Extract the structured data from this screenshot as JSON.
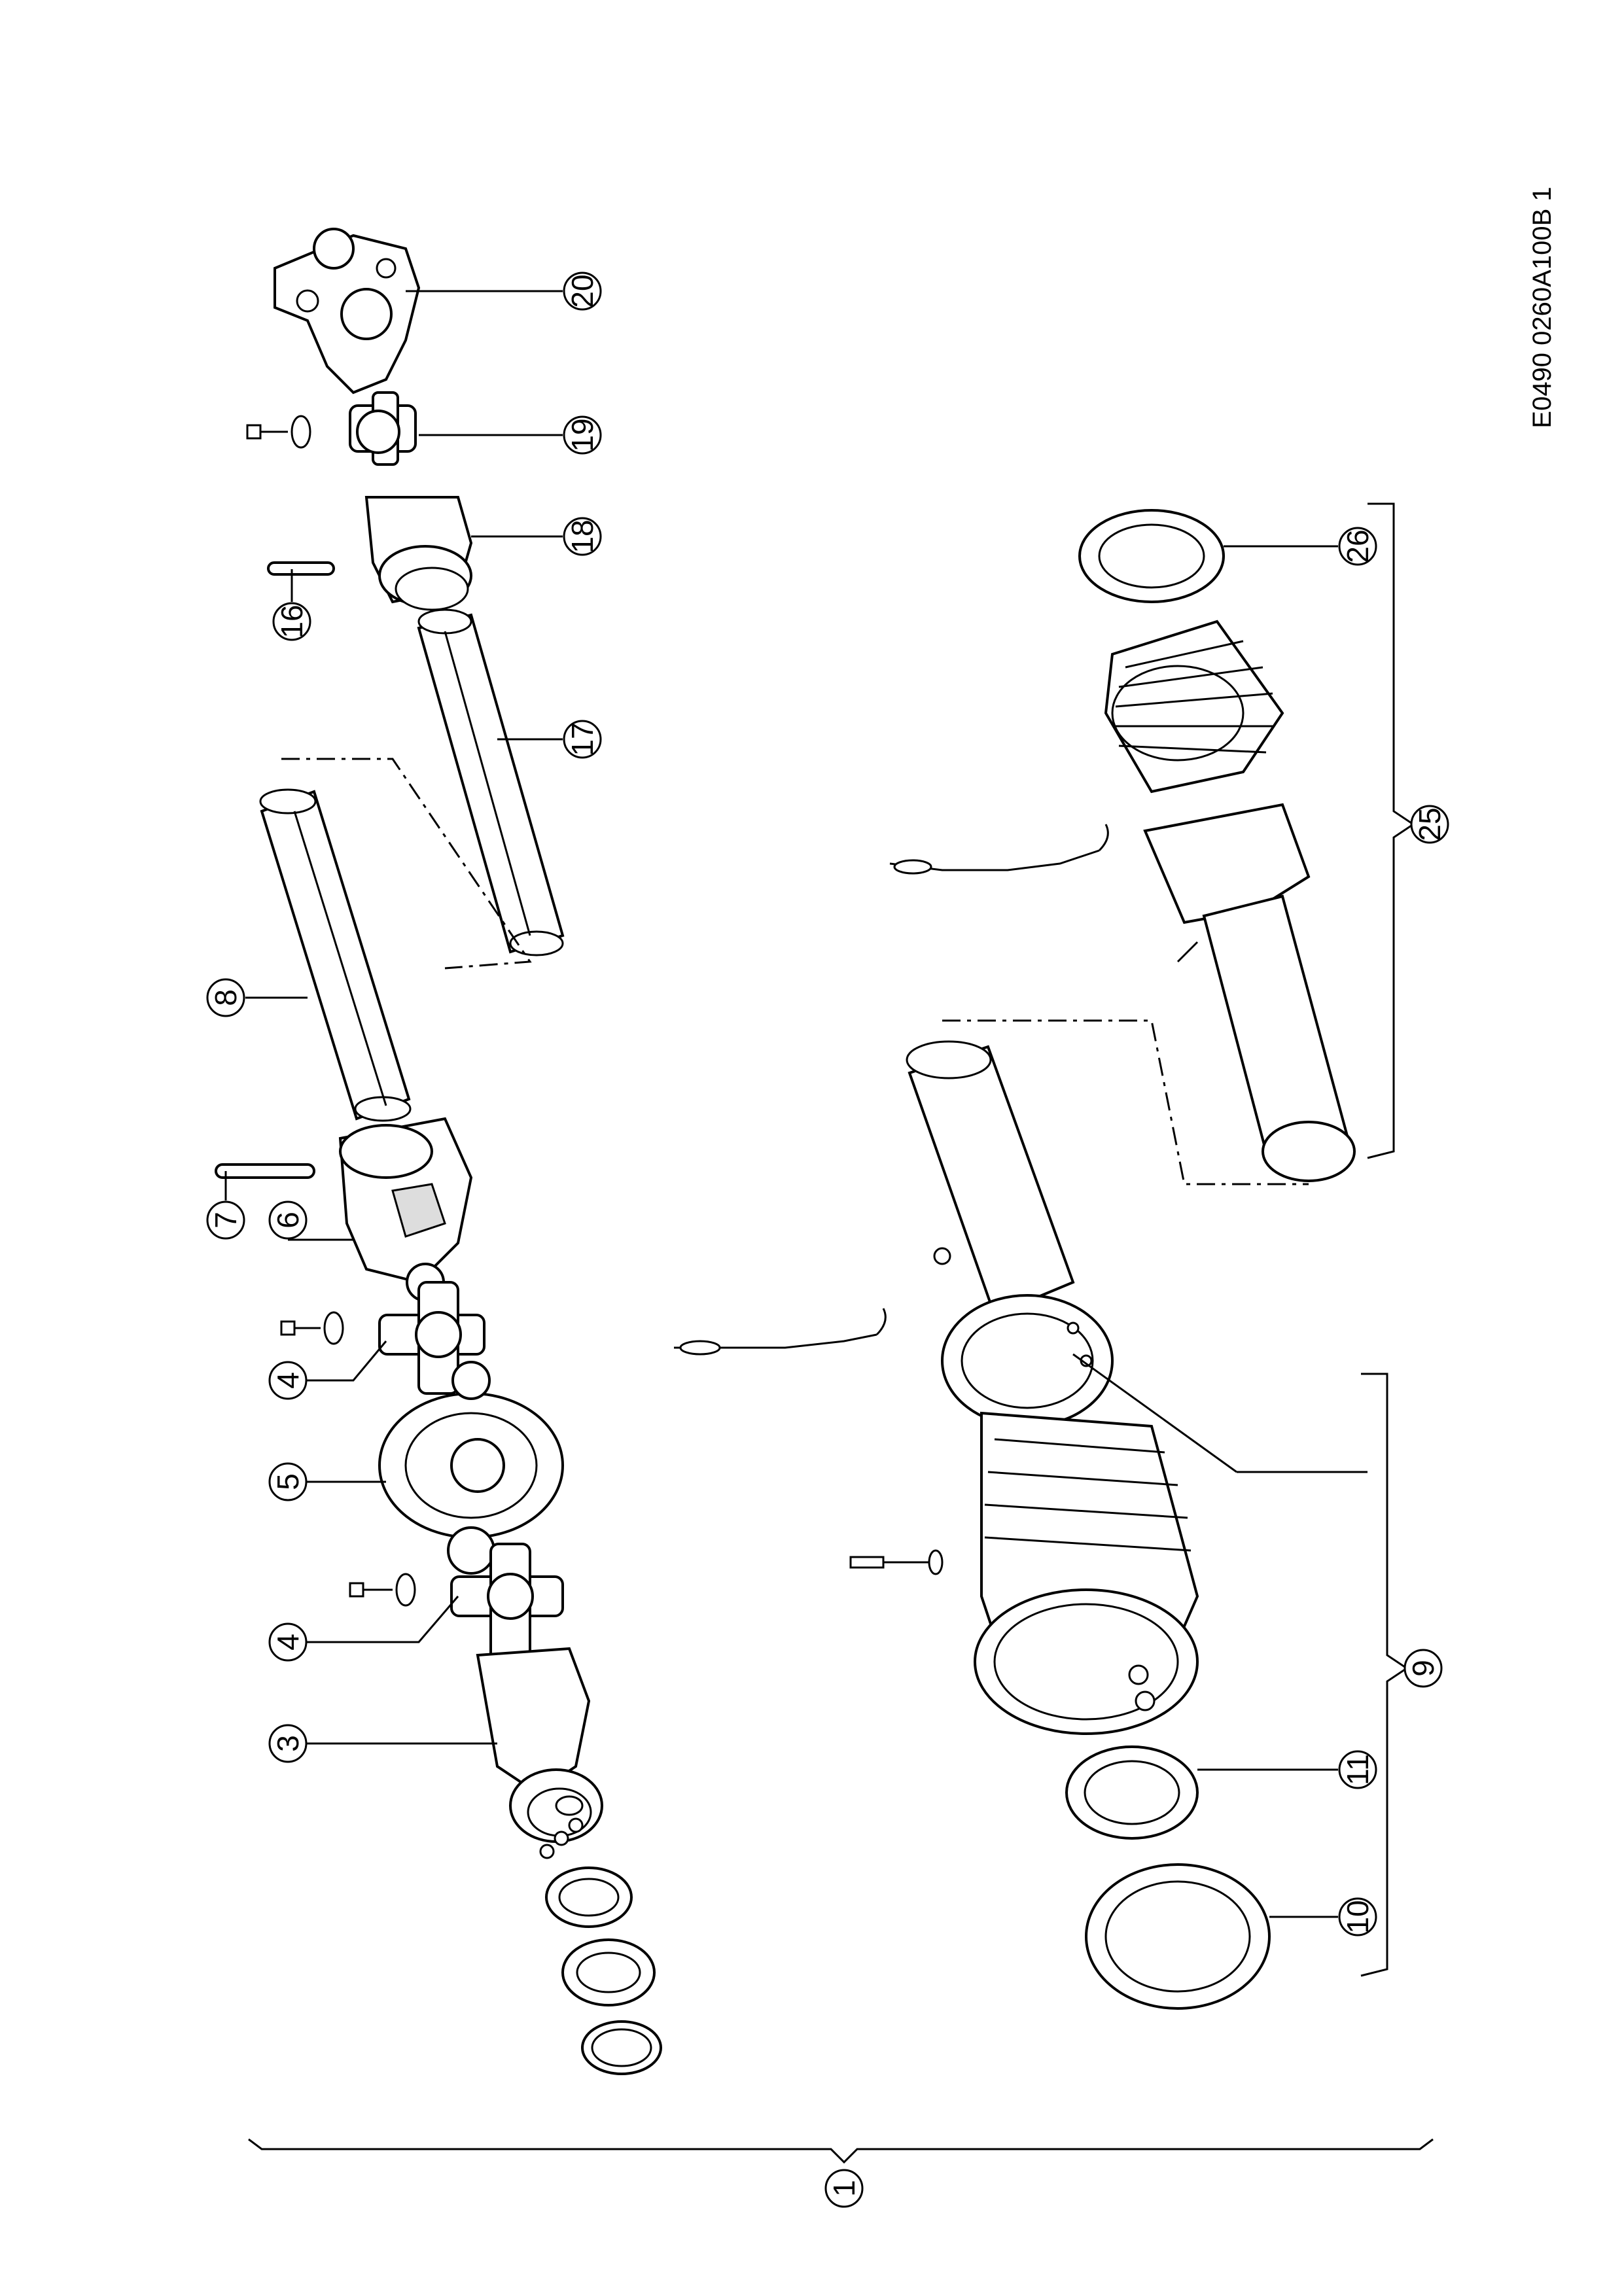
{
  "drawing_code": "E0490 0260A100B 1",
  "balloons": {
    "b1": "1",
    "b3": "3",
    "b4a": "4",
    "b4b": "4",
    "b5": "5",
    "b6": "6",
    "b7": "7",
    "b8": "8",
    "b9": "9",
    "b10": "10",
    "b11": "11",
    "b16": "16",
    "b17": "17",
    "b18": "18",
    "b19": "19",
    "b20": "20",
    "b25": "25",
    "b26": "26"
  },
  "colors": {
    "line": "#000000",
    "background": "#ffffff"
  }
}
